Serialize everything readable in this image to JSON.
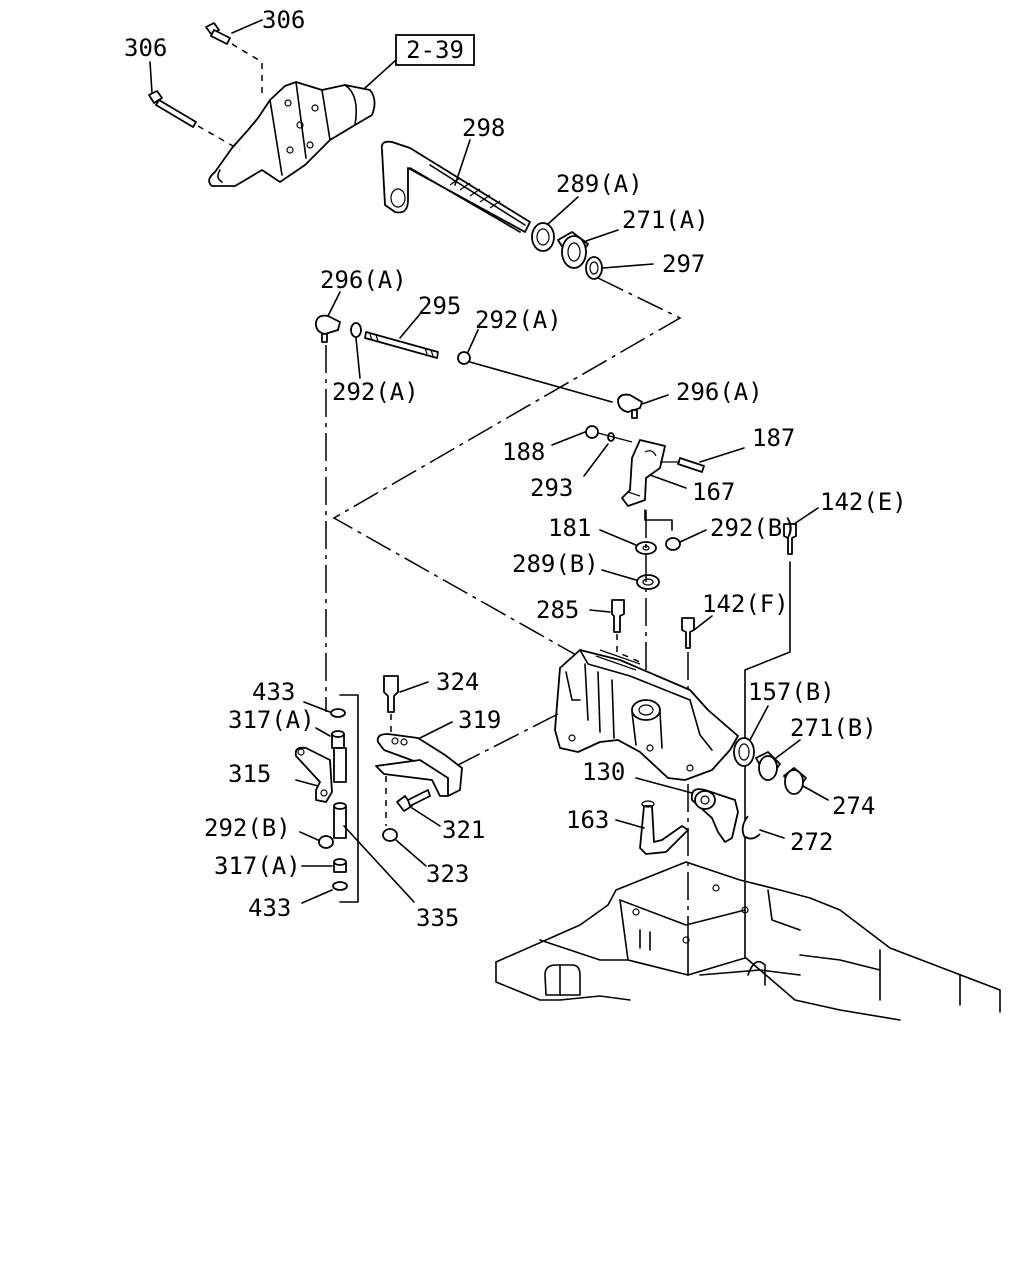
{
  "reference_box": "2-39",
  "labels": {
    "l306a": "306",
    "l306b": "306",
    "l298": "298",
    "l289A": "289(A)",
    "l271A": "271(A)",
    "l297": "297",
    "l296A_top": "296(A)",
    "l295": "295",
    "l292A_right": "292(A)",
    "l292A_left": "292(A)",
    "l296A_right": "296(A)",
    "l188": "188",
    "l187": "187",
    "l293": "293",
    "l167": "167",
    "l142E": "142(E)",
    "l181": "181",
    "l292B_right": "292(B)",
    "l289B": "289(B)",
    "l285": "285",
    "l142F": "142(F)",
    "l157B": "157(B)",
    "l271B": "271(B)",
    "l274": "274",
    "l130": "130",
    "l163": "163",
    "l272": "272",
    "l433_top": "433",
    "l324": "324",
    "l317A_top": "317(A)",
    "l319": "319",
    "l315": "315",
    "l321": "321",
    "l292B_left": "292(B)",
    "l323": "323",
    "l317A_bot": "317(A)",
    "l433_bot": "433",
    "l335": "335"
  }
}
